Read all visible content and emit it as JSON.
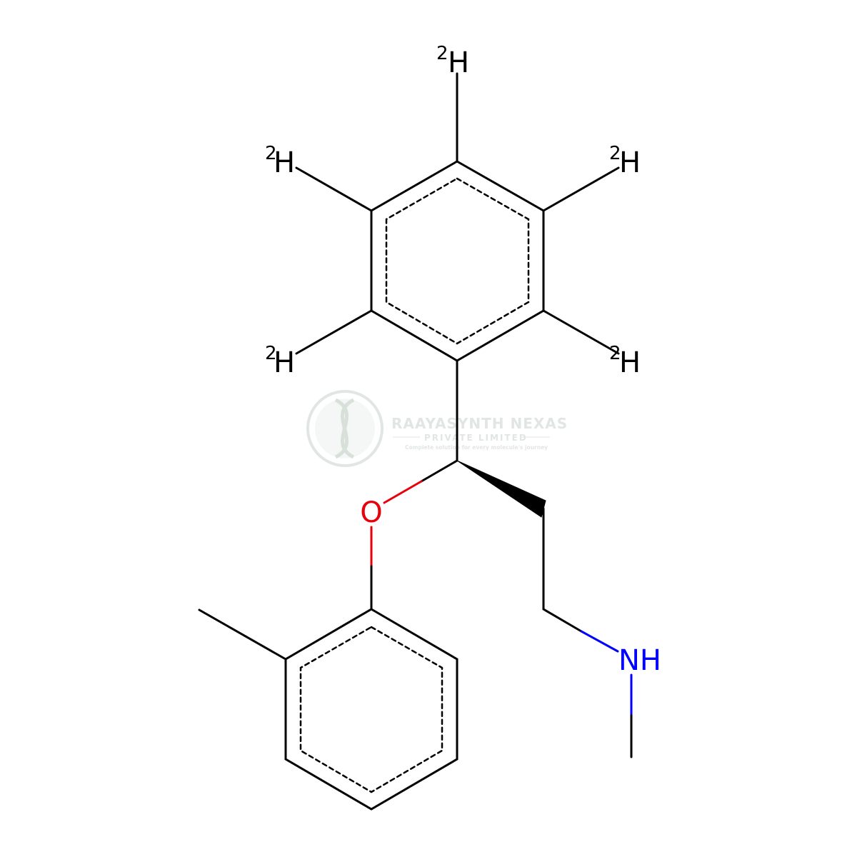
{
  "watermark": {
    "company": "RAAYASYNTH NEXAS",
    "subtitle": "PRIVATE LIMITED",
    "tagline": "Complete solution for every molecule's journey"
  },
  "atoms": {
    "o_label": "O",
    "nh_label": "NH",
    "deuterium_symbol": "H",
    "deuterium_mass": "2"
  },
  "colors": {
    "bond": "#000000",
    "oxygen": "#e8000b",
    "nitrogen": "#0000ff",
    "watermark": "#c9d3cc"
  }
}
